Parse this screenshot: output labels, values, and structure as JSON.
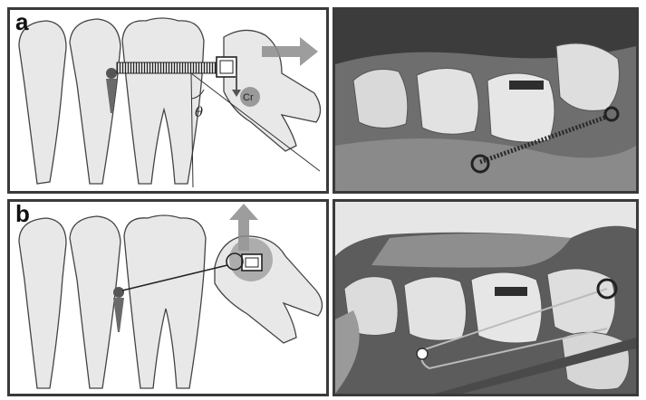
{
  "panels": {
    "a": {
      "label": "a",
      "cr_label": "Cr",
      "angle_label": "θ"
    },
    "b": {
      "label": "b"
    }
  },
  "colors": {
    "tooth_fill": "#e8e8e8",
    "tooth_stroke": "#444444",
    "arrow": "#8c8c8c",
    "cr_circle": "#9a9a9a",
    "border": "#3a3a3a",
    "photo_dark": "#2e2e2e"
  }
}
